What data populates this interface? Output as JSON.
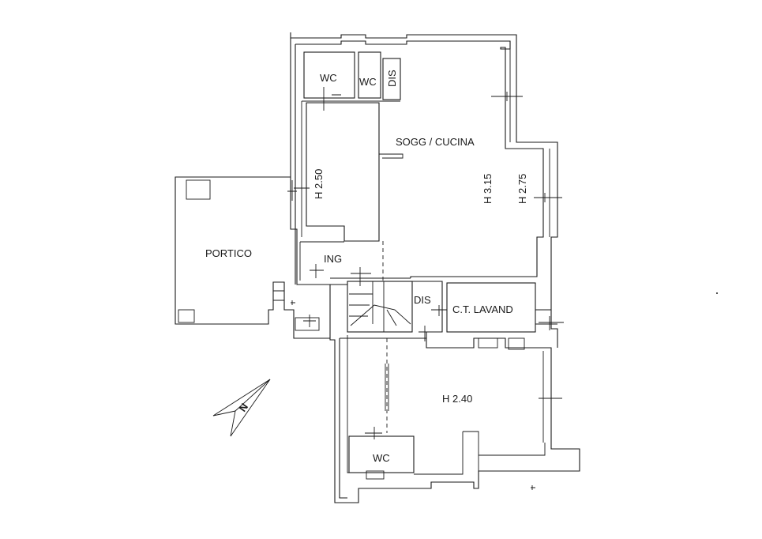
{
  "rooms": {
    "wc_1": "WC",
    "wc_2": "WC",
    "dis_1": "DIS",
    "living_kitchen": "SOGG / CUCINA",
    "portico": "PORTICO",
    "entrance": "ING",
    "dis_2": "DIS",
    "laundry": "C.T. LAVAND",
    "wc_3": "WC"
  },
  "heights": {
    "room_left": "H 2.50",
    "living_kitchen": "H 3.15",
    "bay": "H 2.75",
    "lower_floor": "H 2.40"
  },
  "compass": {
    "label": "N",
    "icon": "north-arrow-icon"
  }
}
